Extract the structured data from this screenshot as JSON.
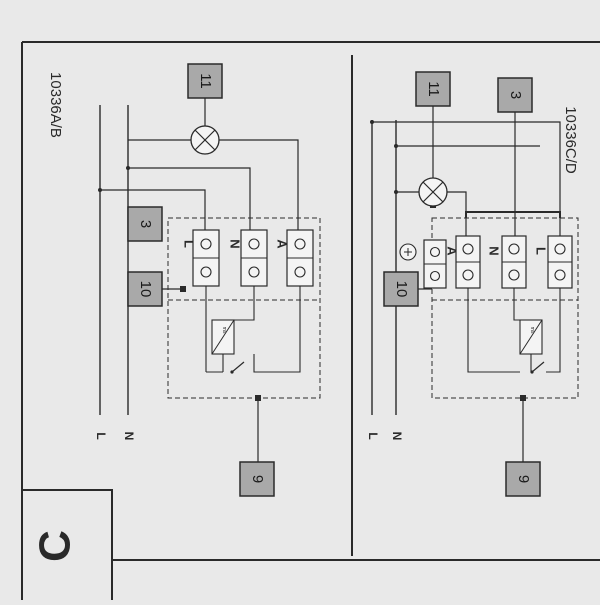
{
  "panel_letter": "C",
  "left_panel": {
    "model": "10336A/B",
    "line_labels": {
      "l": "L",
      "n": "N"
    },
    "boxes": {
      "b11": "11",
      "b3": "3",
      "b10": "10",
      "b9": "9"
    },
    "terminals": {
      "t1": "L",
      "t2": "N",
      "t3": "A"
    }
  },
  "right_panel": {
    "model": "10336C/D",
    "line_labels": {
      "l": "L",
      "n": "N"
    },
    "boxes": {
      "b11": "11",
      "b3": "3",
      "b10": "10",
      "b9": "9"
    },
    "terminals": {
      "t1": "A",
      "t2": "N",
      "t3": "L"
    }
  },
  "colors": {
    "paper": "#e9e9e9",
    "ink": "#2a2a2a",
    "box_fill": "#a9a9a9",
    "terminal_fill": "#f4f4f4"
  }
}
